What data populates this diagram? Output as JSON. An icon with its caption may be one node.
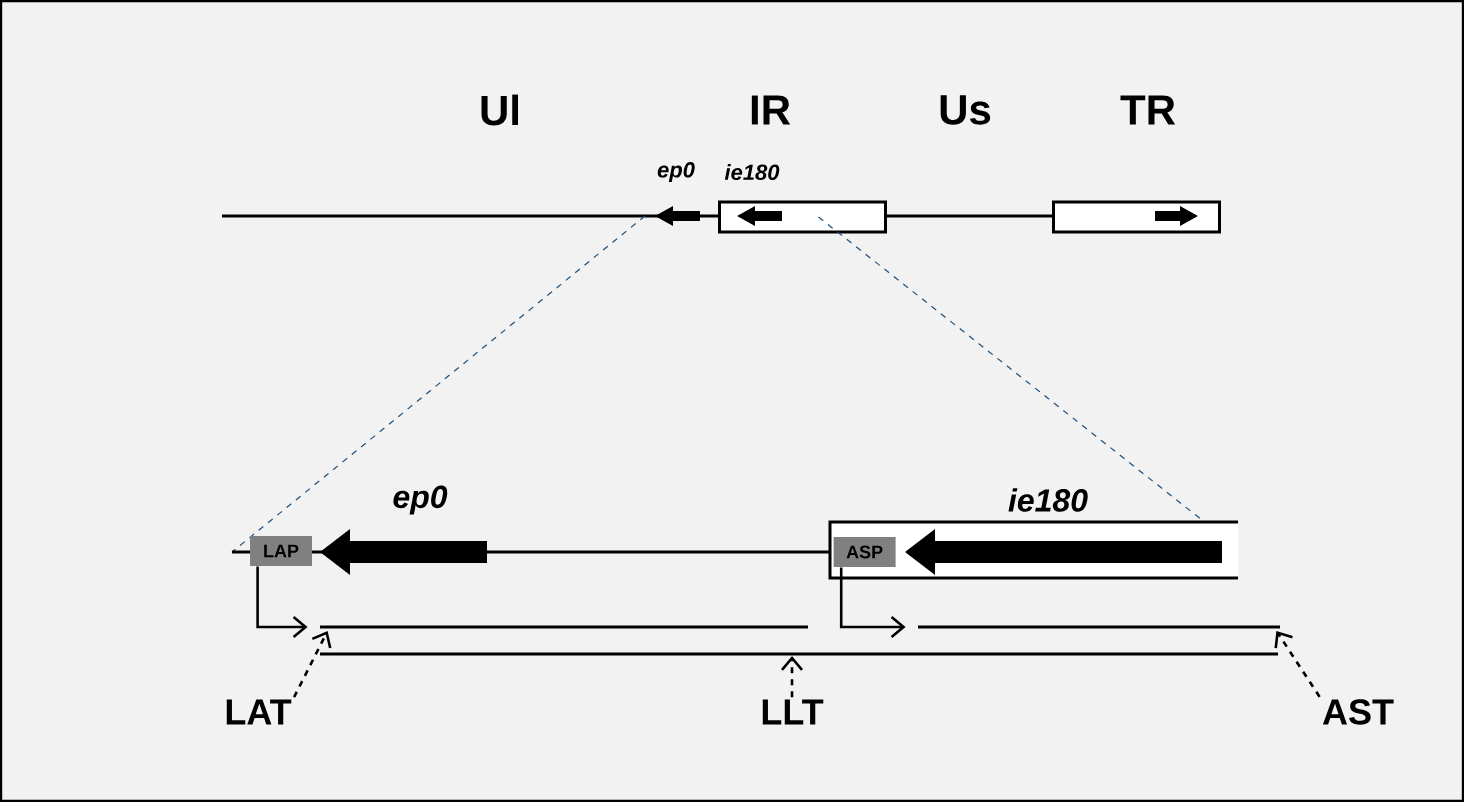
{
  "diagram": {
    "nodes": [
      {
        "text": [],
        "shape": "box"
      },
      {
        "text": [],
        "shape": "box"
      },
      {
        "text": [
          "ie180"
        ]
      },
      {
        "text": [
          "LAP"
        ]
      },
      {
        "text": [
          "ASP"
        ],
        "in": 2
      },
      {
        "text": [],
        "shape": "bar"
      },
      {
        "text": [],
        "shape": "bar"
      },
      {
        "text": [],
        "shape": "bar"
      },
      {
        "text": [
          "LAT"
        ]
      },
      {
        "text": [
          "LLT"
        ]
      },
      {
        "text": [
          "AST"
        ]
      }
    ],
    "edges": [
      {
        "from": 3,
        "to": 5,
        "arrow": "to"
      },
      {
        "from": 4,
        "to": 6,
        "arrow": "to"
      },
      {
        "from": 8,
        "to": 5,
        "arrow": "to",
        "style": "dashed"
      },
      {
        "from": 9,
        "to": 7,
        "arrow": "to",
        "style": "dashed"
      },
      {
        "from": 10,
        "to": 6,
        "arrow": "to",
        "style": "dashed"
      },
      {
        "from": 0,
        "to": 2,
        "arrow": "none",
        "style": "dashed",
        "color": "#1f4e79"
      }
    ],
    "labels": [
      "Ul",
      "IR",
      "Us",
      "TR",
      "ep0",
      "ie180",
      "ep0"
    ]
  }
}
